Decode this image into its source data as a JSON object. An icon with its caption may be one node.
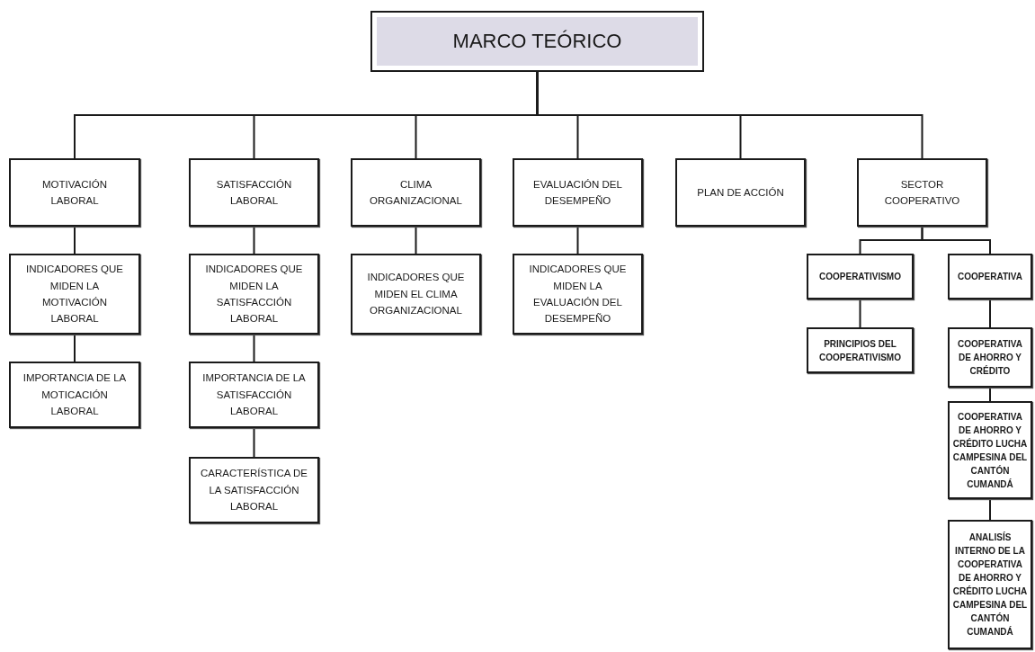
{
  "diagram": {
    "nodes": [
      {
        "text": [
          "MARCO TEÓRICO"
        ]
      },
      {
        "text": [
          "MOTIVACIÓN LABORAL"
        ]
      },
      {
        "text": [
          "SATISFACCIÓN LABORAL"
        ]
      },
      {
        "text": [
          "CLIMA ORGANIZACIONAL"
        ]
      },
      {
        "text": [
          "EVALUACIÓN DEL DESEMPEÑO"
        ]
      },
      {
        "text": [
          "PLAN DE ACCIÓN"
        ]
      },
      {
        "text": [
          "SECTOR COOPERATIVO"
        ]
      },
      {
        "text": [
          "INDICADORES QUE MIDEN LA MOTIVACIÓN LABORAL"
        ]
      },
      {
        "text": [
          "IMPORTANCIA DE LA MOTICACIÓN LABORAL"
        ]
      },
      {
        "text": [
          "INDICADORES QUE MIDEN LA SATISFACCIÓN LABORAL"
        ]
      },
      {
        "text": [
          "IMPORTANCIA DE LA SATISFACCIÓN LABORAL"
        ]
      },
      {
        "text": [
          "CARACTERÍSTICA DE LA SATISFACCIÓN LABORAL"
        ]
      },
      {
        "text": [
          "INDICADORES QUE MIDEN EL CLIMA ORGANIZACIONAL"
        ]
      },
      {
        "text": [
          "INDICADORES QUE MIDEN LA EVALUACIÓN DEL DESEMPEÑO"
        ]
      },
      {
        "text": [
          "COOPERATIVISMO"
        ]
      },
      {
        "text": [
          "COOPERATIVA"
        ]
      },
      {
        "text": [
          "PRINCIPIOS DEL COOPERATIVISMO"
        ]
      },
      {
        "text": [
          "COOPERATIVA DE AHORRO Y CRÉDITO"
        ]
      },
      {
        "text": [
          "COOPERATIVA DE AHORRO Y CRÉDITO LUCHA CAMPESINA DEL CANTÓN CUMANDÁ"
        ]
      },
      {
        "text": [
          "ANALISÍS INTERNO DE LA COOPERATIVA DE AHORRO Y CRÉDITO LUCHA CAMPESINA DEL CANTÓN CUMANDÁ"
        ]
      }
    ],
    "edges": [
      {
        "from": 0,
        "to": 1,
        "arrow": "none"
      },
      {
        "from": 0,
        "to": 2,
        "arrow": "none"
      },
      {
        "from": 0,
        "to": 3,
        "arrow": "none"
      },
      {
        "from": 0,
        "to": 4,
        "arrow": "none"
      },
      {
        "from": 0,
        "to": 5,
        "arrow": "none"
      },
      {
        "from": 0,
        "to": 6,
        "arrow": "none"
      },
      {
        "from": 1,
        "to": 7,
        "arrow": "none"
      },
      {
        "from": 7,
        "to": 8,
        "arrow": "none"
      },
      {
        "from": 2,
        "to": 9,
        "arrow": "none"
      },
      {
        "from": 9,
        "to": 10,
        "arrow": "none"
      },
      {
        "from": 10,
        "to": 11,
        "arrow": "none"
      },
      {
        "from": 3,
        "to": 12,
        "arrow": "none"
      },
      {
        "from": 4,
        "to": 13,
        "arrow": "none"
      },
      {
        "from": 6,
        "to": 14,
        "arrow": "none"
      },
      {
        "from": 6,
        "to": 15,
        "arrow": "none"
      },
      {
        "from": 14,
        "to": 16,
        "arrow": "none"
      },
      {
        "from": 15,
        "to": 17,
        "arrow": "none"
      },
      {
        "from": 17,
        "to": 18,
        "arrow": "none"
      },
      {
        "from": 18,
        "to": 19,
        "arrow": "none"
      }
    ]
  }
}
